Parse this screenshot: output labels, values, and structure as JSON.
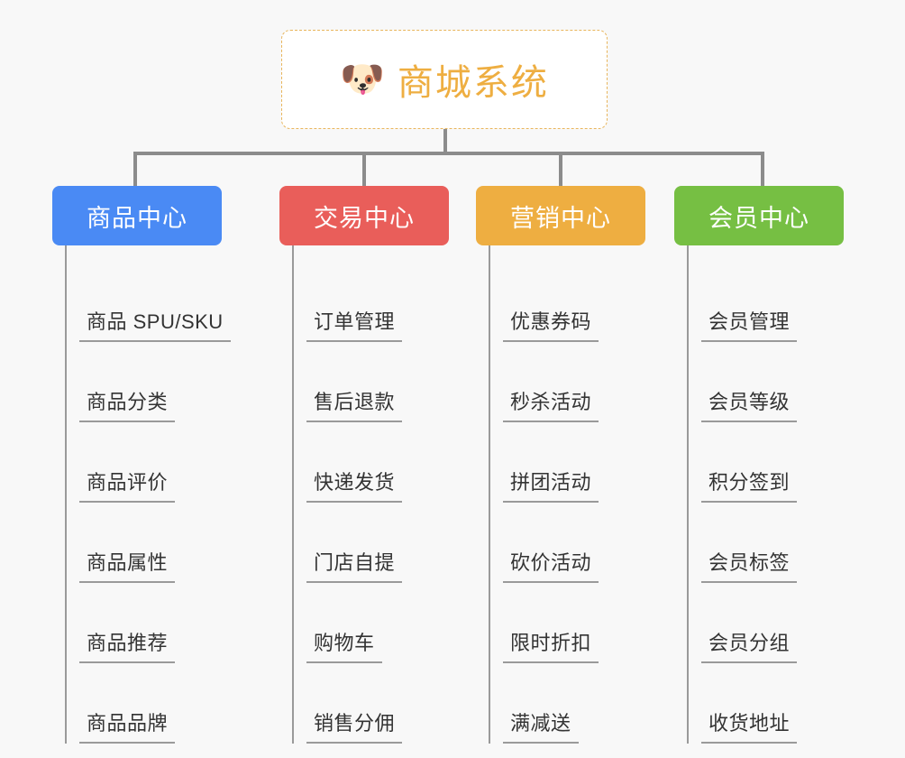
{
  "diagram": {
    "type": "org-chart",
    "background_color": "#f8f8f8",
    "connector_color": "#8c8c8c"
  },
  "root": {
    "icon": "shiba-dog-face-icon",
    "emoji": "🐶",
    "title": "商城系统",
    "text_color": "#eeae41",
    "border_color": "#e8b55c",
    "background_color": "#ffffff"
  },
  "categories": [
    {
      "id": "product-center",
      "label": "商品中心",
      "color": "#4a8af4",
      "items": [
        "商品 SPU/SKU",
        "商品分类",
        "商品评价",
        "商品属性",
        "商品推荐",
        "商品品牌"
      ]
    },
    {
      "id": "trade-center",
      "label": "交易中心",
      "color": "#e95e5a",
      "items": [
        "订单管理",
        "售后退款",
        "快递发货",
        "门店自提",
        "购物车",
        "销售分佣"
      ]
    },
    {
      "id": "marketing-center",
      "label": "营销中心",
      "color": "#eeae41",
      "items": [
        "优惠券码",
        "秒杀活动",
        "拼团活动",
        "砍价活动",
        "限时折扣",
        "满减送"
      ]
    },
    {
      "id": "member-center",
      "label": "会员中心",
      "color": "#76bf43",
      "items": [
        "会员管理",
        "会员等级",
        "积分签到",
        "会员标签",
        "会员分组",
        "收货地址"
      ]
    }
  ]
}
